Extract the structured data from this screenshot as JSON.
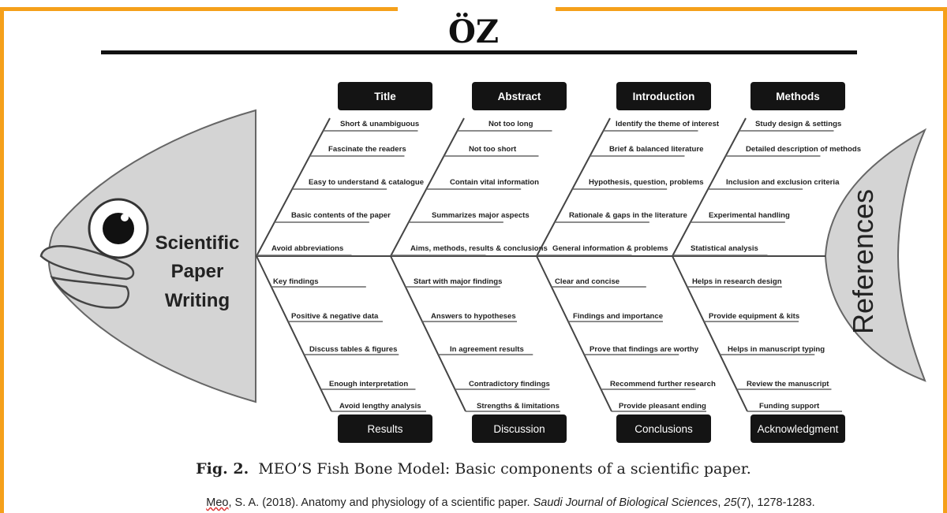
{
  "heading": "ÖZ",
  "head_title": [
    "Scientific",
    "Paper",
    "Writing"
  ],
  "tail_label": "References",
  "top_headers": [
    "Title",
    "Abstract",
    "Introduction",
    "Methods"
  ],
  "bottom_headers": [
    "Results",
    "Discussion",
    "Conclusions",
    "Acknowledgment"
  ],
  "top_bones": [
    [
      "Short & unambiguous",
      "Fascinate the readers",
      "Easy to understand & catalogue",
      "Basic contents of the paper",
      "Avoid abbreviations"
    ],
    [
      "Not too long",
      "Not too short",
      "Contain vital information",
      "Summarizes major aspects",
      "Aims, methods, results & conclusions"
    ],
    [
      "Identify the theme of interest",
      "Brief & balanced literature",
      "Hypothesis, question, problems",
      "Rationale & gaps in the literature",
      "General information & problems"
    ],
    [
      "Study design & settings",
      "Detailed description of methods",
      "Inclusion and exclusion criteria",
      "Experimental handling",
      "Statistical analysis"
    ]
  ],
  "bottom_bones": [
    [
      "Key findings",
      "Positive & negative data",
      "Discuss tables & figures",
      "Enough interpretation",
      "Avoid lengthy analysis"
    ],
    [
      "Start with major findings",
      "Answers to hypotheses",
      "In agreement results",
      "Contradictory findings",
      "Strengths & limitations"
    ],
    [
      "Clear and concise",
      "Findings and importance",
      "Prove that findings are worthy",
      "Recommend further research",
      "Provide pleasant ending"
    ],
    [
      "Helps in research design",
      "Provide equipment & kits",
      "Helps in manuscript typing",
      "Review the manuscript",
      "Funding support"
    ]
  ],
  "caption": {
    "label": "Fig. 2.",
    "text": "MEO’S Fish Bone Model: Basic components of a scientific paper."
  },
  "citation": {
    "author": "Meo",
    "rest": ", S. A. (2018). Anatomy and physiology of a scientific paper. ",
    "journal": "Saudi Journal of Biological Sciences",
    "sep": ", ",
    "volume": "25",
    "pages": "(7), 1278-1283."
  }
}
